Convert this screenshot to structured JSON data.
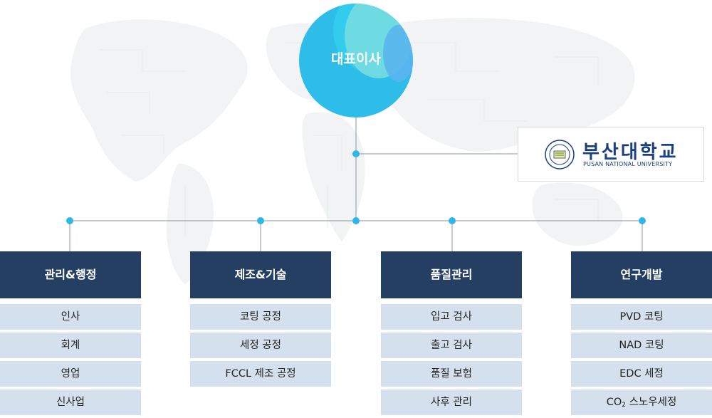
{
  "ceo": {
    "label": "대표이사"
  },
  "partner": {
    "name": "부산대학교",
    "name_en": "PUSAN NATIONAL UNIVERSITY"
  },
  "departments": [
    {
      "title": "관리&행정",
      "items": [
        "인사",
        "회계",
        "영업",
        "신사업"
      ]
    },
    {
      "title": "제조&기술",
      "items": [
        "코팅 공정",
        "세정 공정",
        "FCCL 제조 공정"
      ]
    },
    {
      "title": "품질관리",
      "items": [
        "입고 검사",
        "출고 검사",
        "품질 보험",
        "사후 관리"
      ]
    },
    {
      "title": "연구개발",
      "items": [
        "PVD 코팅",
        "NAD 코팅",
        "EDC 세정"
      ],
      "co2_item": {
        "prefix": "CO",
        "sub": "2",
        "suffix": " 스노우세정"
      }
    }
  ],
  "colors": {
    "ceo_circle": "#2ebde9",
    "line": "#8c96a3",
    "dot": "#2db7e6",
    "dept_header": "#253f62",
    "dept_item": "#d4e0ed",
    "partner_text": "#1c3f80"
  }
}
